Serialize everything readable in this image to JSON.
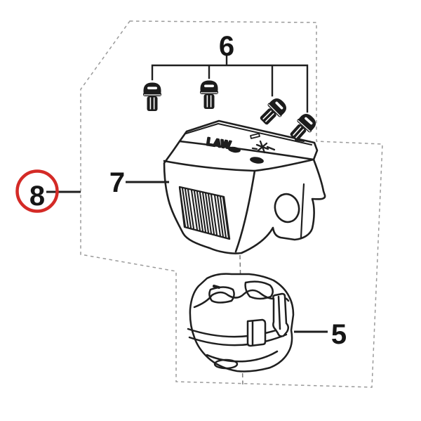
{
  "diagram": {
    "kind": "exploded-parts-diagram",
    "background": "#ffffff",
    "line_color": "#1f1f1f",
    "boundary_color": "#9a9a9a",
    "highlight_color": "#d42a26",
    "cover_molded_text": "LAW",
    "highlighted_part": "8",
    "callouts": {
      "c5": {
        "label": "5"
      },
      "c6": {
        "label": "6"
      },
      "c7": {
        "label": "7"
      },
      "c8": {
        "label": "8",
        "highlighted": true
      }
    },
    "icons": {
      "screw": "screw-icon",
      "highlight_ring": "highlight-circle",
      "choke_mark": "choke-symbol-icon"
    }
  }
}
